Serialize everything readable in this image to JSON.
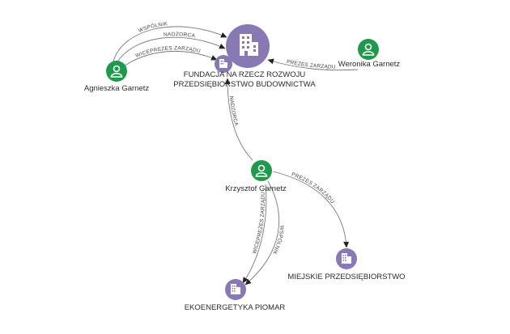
{
  "colors": {
    "person": "#1f9a4c",
    "company": "#8878b3",
    "edge": "#7a7a7a",
    "text": "#2b2b2b"
  },
  "nodes": {
    "fundacja": {
      "type": "company",
      "icon": "building-icon",
      "label_line1": "FUNDACJA NA RZECZ ROZWOJU",
      "label_line2": "PRZEDSIĘBIORSTWO BUDOWNICTWA"
    },
    "agnieszka": {
      "type": "person",
      "icon": "person-icon",
      "label": "Agnieszka Garnetz"
    },
    "weronika": {
      "type": "person",
      "icon": "person-icon",
      "label": "Weronika Garnetz"
    },
    "krzysztof": {
      "type": "person",
      "icon": "person-icon",
      "label": "Krzysztof Garnetz"
    },
    "miejskie": {
      "type": "company",
      "icon": "building-icon",
      "label": "MIEJSKIE PRZEDSIĘBIORSTWO"
    },
    "ekoenergetyka": {
      "type": "company",
      "icon": "building-icon",
      "label": "EKOENERGETYKA PIOMAR"
    },
    "small_company": {
      "type": "company",
      "icon": "building-icon"
    }
  },
  "edges": {
    "agnieszka_wspolnik": "WSPÓLNIK",
    "agnieszka_nadzorca": "NADZORCA",
    "agnieszka_wiceprezes": "WICEPREZES ZARZĄDU",
    "weronika_prezes": "PREZES ZARZĄDU",
    "krzysztof_nadzorca": "NADZORCA",
    "krzysztof_prezes": "PREZES ZARZĄDU",
    "krzysztof_wiceprezes": "WICEPREZES ZARZĄDU",
    "krzysztof_wspolnik": "WSPÓLNIK"
  }
}
